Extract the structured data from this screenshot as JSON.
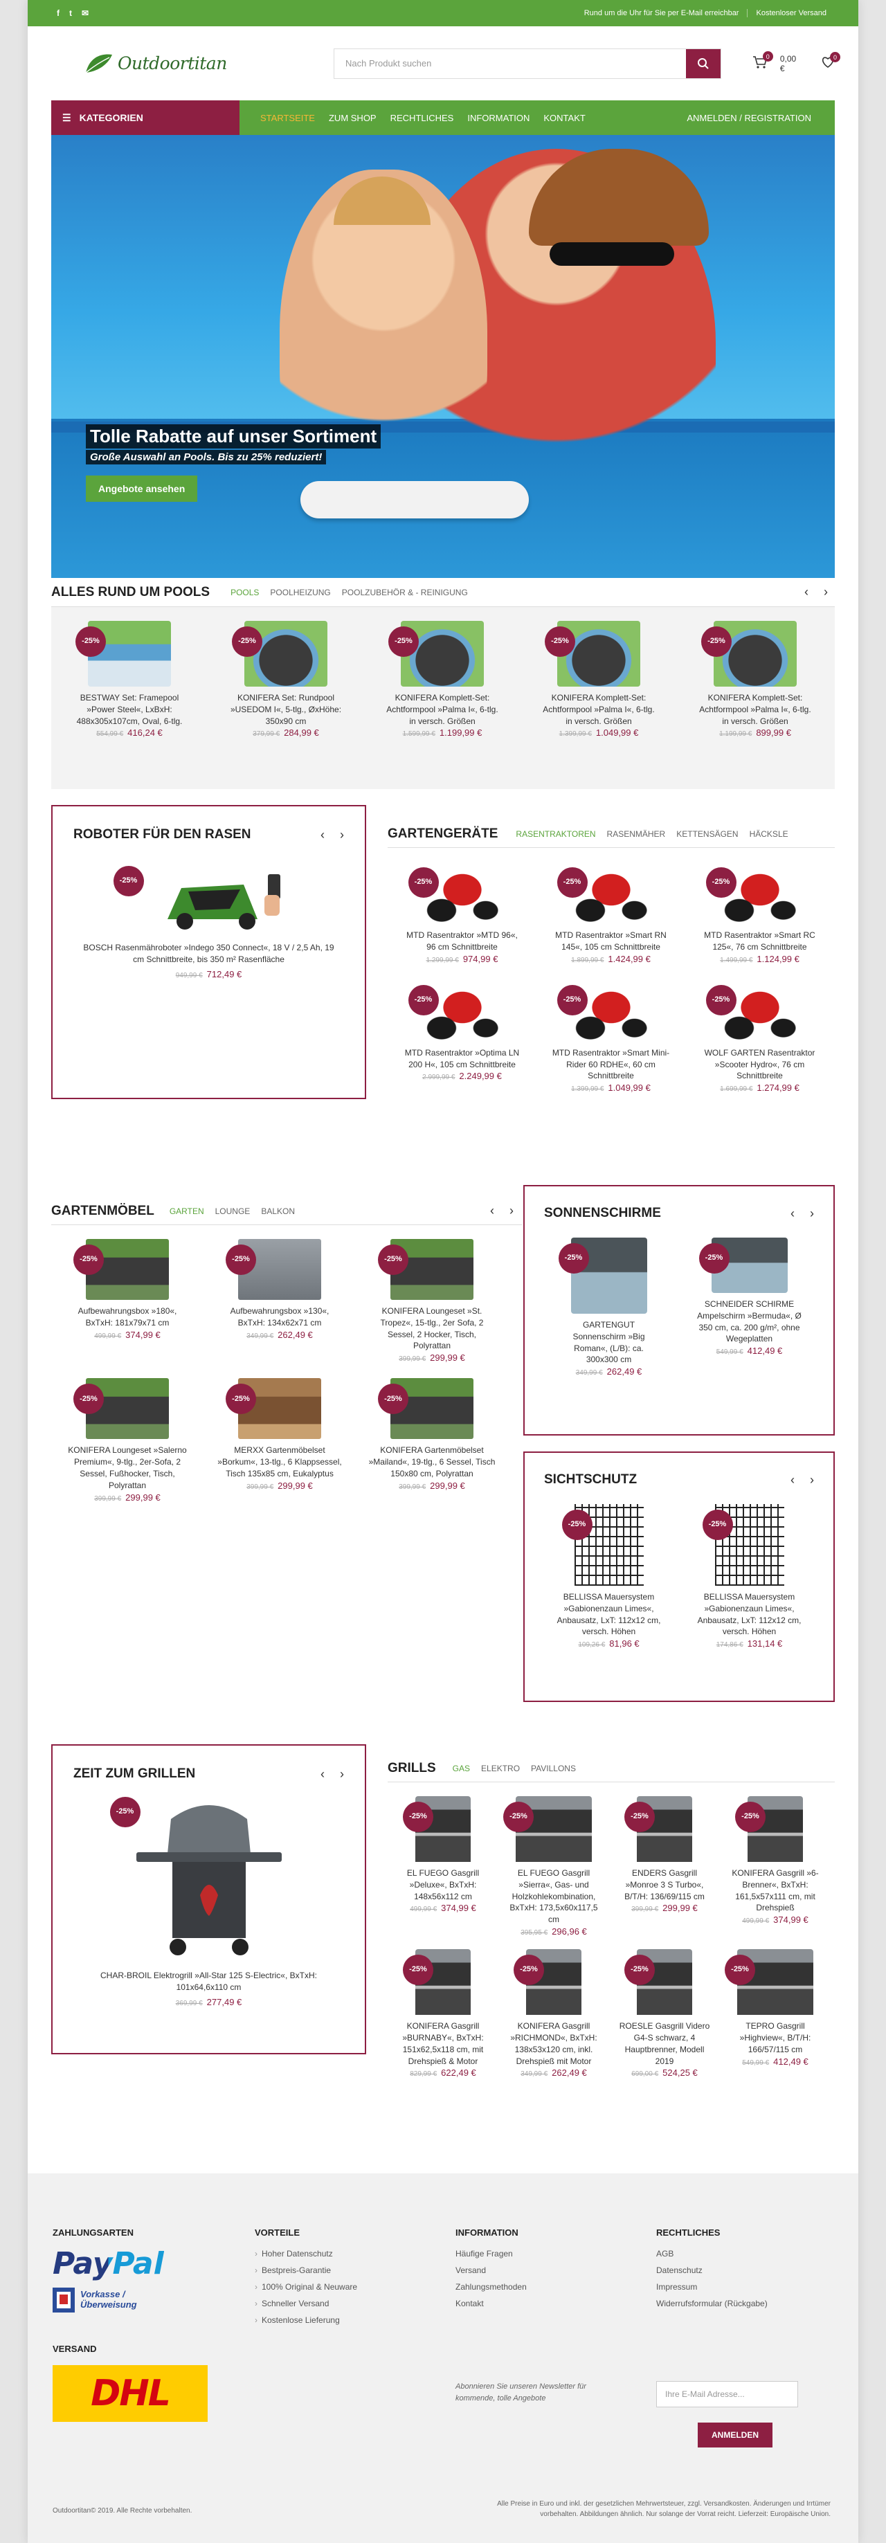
{
  "topbar": {
    "right1": "Rund um die Uhr für Sie per E-Mail erreichbar",
    "right2": "Kostenloser Versand"
  },
  "header": {
    "logo": "Outdoortitan",
    "search_placeholder": "Nach Produkt suchen",
    "cart_count": "0",
    "cart_total": "0,00 €",
    "wishlist_count": "0"
  },
  "nav": {
    "categories": "KATEGORIEN",
    "links": [
      "STARTSEITE",
      "ZUM SHOP",
      "RECHTLICHES",
      "INFORMATION",
      "KONTAKT"
    ],
    "login": "ANMELDEN / REGISTRATION"
  },
  "hero": {
    "title": "Tolle Rabatte auf unser Sortiment",
    "subtitle": "Große Auswahl an Pools. Bis zu 25% reduziert!",
    "cta": "Angebote ansehen"
  },
  "pools": {
    "title": "ALLES RUND UM POOLS",
    "tabs": [
      "POOLS",
      "POOLHEIZUNG",
      "POOLZUBEHÖR & - REINIGUNG"
    ],
    "items": [
      {
        "disc": "-25%",
        "name": "BESTWAY Set: Framepool »Power Steel«, LxBxH: 488x305x107cm, Oval, 6-tlg.",
        "old": "554,99 €",
        "new": "416,24 €"
      },
      {
        "disc": "-25%",
        "name": "KONIFERA Set: Rundpool »USEDOM I«, 5-tlg., ØxHöhe: 350x90 cm",
        "old": "379,99 €",
        "new": "284,99 €"
      },
      {
        "disc": "-25%",
        "name": "KONIFERA Komplett-Set: Achtformpool »Palma I«, 6-tlg. in versch. Größen",
        "old": "1.599,99 €",
        "new": "1.199,99 €"
      },
      {
        "disc": "-25%",
        "name": "KONIFERA Komplett-Set: Achtformpool »Palma I«, 6-tlg. in versch. Größen",
        "old": "1.399,99 €",
        "new": "1.049,99 €"
      },
      {
        "disc": "-25%",
        "name": "KONIFERA Komplett-Set: Achtformpool »Palma I«, 6-tlg. in versch. Größen",
        "old": "1.199,99 €",
        "new": "899,99 €"
      }
    ]
  },
  "robot": {
    "title": "ROBOTER FÜR DEN RASEN",
    "disc": "-25%",
    "name": "BOSCH Rasenmähroboter »Indego 350 Connect«, 18 V / 2,5 Ah, 19 cm Schnittbreite, bis 350 m² Rasenfläche",
    "old": "949,99 €",
    "new": "712,49 €"
  },
  "garden": {
    "title": "GARTENGERÄTE",
    "tabs": [
      "RASENTRAKTOREN",
      "RASENMÄHER",
      "KETTENSÄGEN",
      "HÄCKSLE"
    ],
    "items": [
      {
        "disc": "-25%",
        "name": "MTD Rasentraktor »MTD 96«, 96 cm Schnittbreite",
        "old": "1.299,99 €",
        "new": "974,99 €"
      },
      {
        "disc": "-25%",
        "name": "MTD Rasentraktor »Smart RN 145«, 105 cm Schnittbreite",
        "old": "1.899,99 €",
        "new": "1.424,99 €"
      },
      {
        "disc": "-25%",
        "name": "MTD Rasentraktor »Smart RC 125«, 76 cm Schnittbreite",
        "old": "1.499,99 €",
        "new": "1.124,99 €"
      },
      {
        "disc": "-25%",
        "name": "MTD Rasentraktor »Optima LN 200 H«, 105 cm Schnittbreite",
        "old": "2.999,99 €",
        "new": "2.249,99 €"
      },
      {
        "disc": "-25%",
        "name": "MTD Rasentraktor »Smart Mini-Rider 60 RDHE«, 60 cm Schnittbreite",
        "old": "1.399,99 €",
        "new": "1.049,99 €"
      },
      {
        "disc": "-25%",
        "name": "WOLF GARTEN Rasentraktor »Scooter Hydro«, 76 cm Schnittbreite",
        "old": "1.699,99 €",
        "new": "1.274,99 €"
      }
    ]
  },
  "furniture": {
    "title": "GARTENMÖBEL",
    "tabs": [
      "GARTEN",
      "LOUNGE",
      "BALKON"
    ],
    "items": [
      {
        "disc": "-25%",
        "name": "Aufbewahrungsbox »180«, BxTxH: 181x79x71 cm",
        "old": "499,99 €",
        "new": "374,99 €"
      },
      {
        "disc": "-25%",
        "name": "Aufbewahrungsbox »130«, BxTxH: 134x62x71 cm",
        "old": "349,99 €",
        "new": "262,49 €"
      },
      {
        "disc": "-25%",
        "name": "KONIFERA Loungeset »St. Tropez«, 15-tlg., 2er Sofa, 2 Sessel, 2 Hocker, Tisch, Polyrattan",
        "old": "399,99 €",
        "new": "299,99 €"
      },
      {
        "disc": "-25%",
        "name": "KONIFERA Loungeset »Salerno Premium«, 9-tlg., 2er-Sofa, 2 Sessel, Fußhocker, Tisch, Polyrattan",
        "old": "399,99 €",
        "new": "299,99 €"
      },
      {
        "disc": "-25%",
        "name": "MERXX Gartenmöbelset »Borkum«, 13-tlg., 6 Klappsessel, Tisch 135x85 cm, Eukalyptus",
        "old": "399,99 €",
        "new": "299,99 €"
      },
      {
        "disc": "-25%",
        "name": "KONIFERA Gartenmöbelset »Mailand«, 19-tlg., 6 Sessel, Tisch 150x80 cm, Polyrattan",
        "old": "399,99 €",
        "new": "299,99 €"
      }
    ]
  },
  "umbrellas": {
    "title": "SONNENSCHIRME",
    "items": [
      {
        "disc": "-25%",
        "name": "GARTENGUT Sonnenschirm »Big Roman«, (L/B): ca. 300x300 cm",
        "old": "349,99 €",
        "new": "262,49 €"
      },
      {
        "disc": "-25%",
        "name": "SCHNEIDER SCHIRME Ampelschirm »Bermuda«, Ø 350 cm, ca. 200 g/m², ohne Wegeplatten",
        "old": "549,99 €",
        "new": "412,49 €"
      }
    ]
  },
  "privacy": {
    "title": "SICHTSCHUTZ",
    "items": [
      {
        "disc": "-25%",
        "name": "BELLISSA Mauersystem »Gabionenzaun Limes«, Anbausatz, LxT: 112x12 cm, versch. Höhen",
        "old": "109,26 €",
        "new": "81,96 €"
      },
      {
        "disc": "-25%",
        "name": "BELLISSA Mauersystem »Gabionenzaun Limes«, Anbausatz, LxT: 112x12 cm, versch. Höhen",
        "old": "174,86 €",
        "new": "131,14 €"
      }
    ]
  },
  "grilltime": {
    "title": "ZEIT ZUM GRILLEN",
    "disc": "-25%",
    "name": "CHAR-BROIL Elektrogrill »All-Star 125 S-Electric«, BxTxH: 101x64,6x110 cm",
    "old": "369,99 €",
    "new": "277,49 €"
  },
  "grills": {
    "title": "GRILLS",
    "tabs": [
      "GAS",
      "ELEKTRO",
      "PAVILLONS"
    ],
    "items": [
      {
        "disc": "-25%",
        "name": "EL FUEGO Gasgrill »Deluxe«, BxTxH: 148x56x112 cm",
        "old": "499,99 €",
        "new": "374,99 €"
      },
      {
        "disc": "-25%",
        "name": "EL FUEGO Gasgrill »Sierra«, Gas- und Holzkohlekombination, BxTxH: 173,5x60x117,5 cm",
        "old": "395,95 €",
        "new": "296,96 €"
      },
      {
        "disc": "-25%",
        "name": "ENDERS Gasgrill »Monroe 3 S Turbo«, B/T/H: 136/69/115 cm",
        "old": "399,99 €",
        "new": "299,99 €"
      },
      {
        "disc": "-25%",
        "name": "KONIFERA Gasgrill »6-Brenner«, BxTxH: 161,5x57x111 cm, mit Drehspieß",
        "old": "499,99 €",
        "new": "374,99 €"
      },
      {
        "disc": "-25%",
        "name": "KONIFERA Gasgrill »BURNABY«, BxTxH: 151x62,5x118 cm, mit Drehspieß & Motor",
        "old": "829,99 €",
        "new": "622,49 €"
      },
      {
        "disc": "-25%",
        "name": "KONIFERA Gasgrill »RICHMOND«, BxTxH: 138x53x120 cm, inkl. Drehspieß mit Motor",
        "old": "349,99 €",
        "new": "262,49 €"
      },
      {
        "disc": "-25%",
        "name": "ROESLE Gasgrill Videro G4-S schwarz, 4 Hauptbrenner, Modell 2019",
        "old": "699,00 €",
        "new": "524,25 €"
      },
      {
        "disc": "-25%",
        "name": "TEPRO Gasgrill »Highview«, B/T/H: 166/57/115 cm",
        "old": "549,99 €",
        "new": "412,49 €"
      }
    ]
  },
  "footer": {
    "pay_title": "ZAHLUNGSARTEN",
    "paypal": "PayPal",
    "prepay": [
      "Vorkasse /",
      "Überweisung"
    ],
    "ship_title": "VERSAND",
    "dhl": "DHL",
    "adv_title": "VORTEILE",
    "adv": [
      "Hoher Datenschutz",
      "Bestpreis-Garantie",
      "100% Original & Neuware",
      "Schneller Versand",
      "Kostenlose Lieferung"
    ],
    "info_title": "INFORMATION",
    "info": [
      "Häufige Fragen",
      "Versand",
      "Zahlungsmethoden",
      "Kontakt"
    ],
    "legal_title": "RECHTLICHES",
    "legal": [
      "AGB",
      "Datenschutz",
      "Impressum",
      "Widerrufsformular (Rückgabe)"
    ],
    "newsletter_text": "Abonnieren Sie unseren Newsletter für kommende, tolle Angebote",
    "newsletter_placeholder": "Ihre E-Mail Adresse...",
    "newsletter_btn": "ANMELDEN",
    "copyright": "Outdoortitan© 2019. Alle Rechte vorbehalten.",
    "note": "Alle Preise in Euro und inkl. der gesetzlichen Mehrwertsteuer, zzgl. Versandkosten. Änderungen und Irrtümer vorbehalten. Abbildungen ähnlich. Nur solange der Vorrat reicht. Lieferzeit: Europäische Union."
  }
}
